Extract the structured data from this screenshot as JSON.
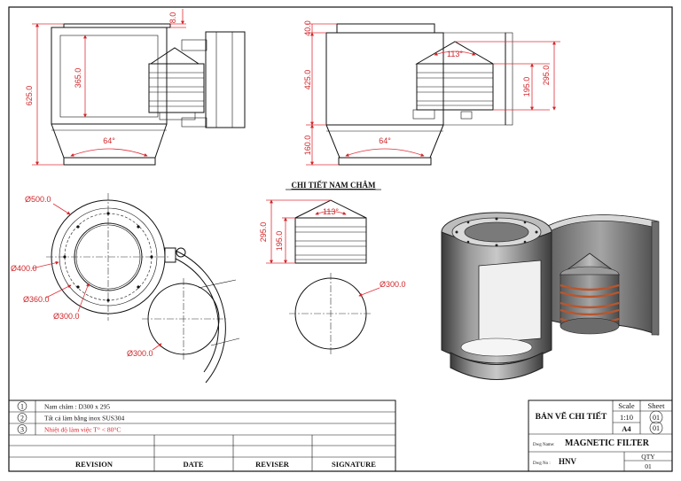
{
  "dimensions": {
    "front_height_total": "625.0",
    "front_body_height": "365.0",
    "front_top_offset": "8.0",
    "front_cone_angle": "64°",
    "side_top": "40.0",
    "side_body": "425.0",
    "side_cone": "160.0",
    "side_cone_angle": "64°",
    "side_magnet_angle": "113°",
    "side_magnet_body": "195.0",
    "side_magnet_total": "295.0",
    "top_d500": "Ø500.0",
    "top_d400": "Ø400.0",
    "top_d360": "Ø360.0",
    "top_d300_inner": "Ø300.0",
    "top_d300_door": "Ø300.0",
    "detail_total": "295.0",
    "detail_body": "195.0",
    "detail_angle": "113°",
    "detail_d300": "Ø300.0"
  },
  "detail_title": "CHI TIẾT NAM CHÂM",
  "notes": [
    {
      "num": "1",
      "text": "Nam châm : D300 x 295",
      "color": "#111111"
    },
    {
      "num": "2",
      "text": "Tất cả làm bằng inox SUS304",
      "color": "#111111"
    },
    {
      "num": "3",
      "text": "Nhiệt độ làm việc T° < 80°C",
      "color": "#e0202a"
    }
  ],
  "revision_table": {
    "headers": [
      "REVISION",
      "DATE",
      "REVISER",
      "SIGNATURE"
    ]
  },
  "title_block": {
    "drawing_type": "BẢN VẼ CHI TIẾT",
    "scale_label": "Scale",
    "sheet_label": "Sheet",
    "scale_value": "1:10",
    "sheet_value": "01",
    "paper": "A4",
    "paper_count": "01",
    "dwg_name_label": "Dwg Name:",
    "dwg_name": "MAGNETIC FILTER",
    "dwg_no_label": "Dwg No :",
    "dwg_no": "HNV",
    "qty_label": "QTY",
    "qty_value": "01"
  },
  "colors": {
    "dimension": "#d0262a",
    "note_warning": "#e0202a",
    "line": "#111111"
  }
}
